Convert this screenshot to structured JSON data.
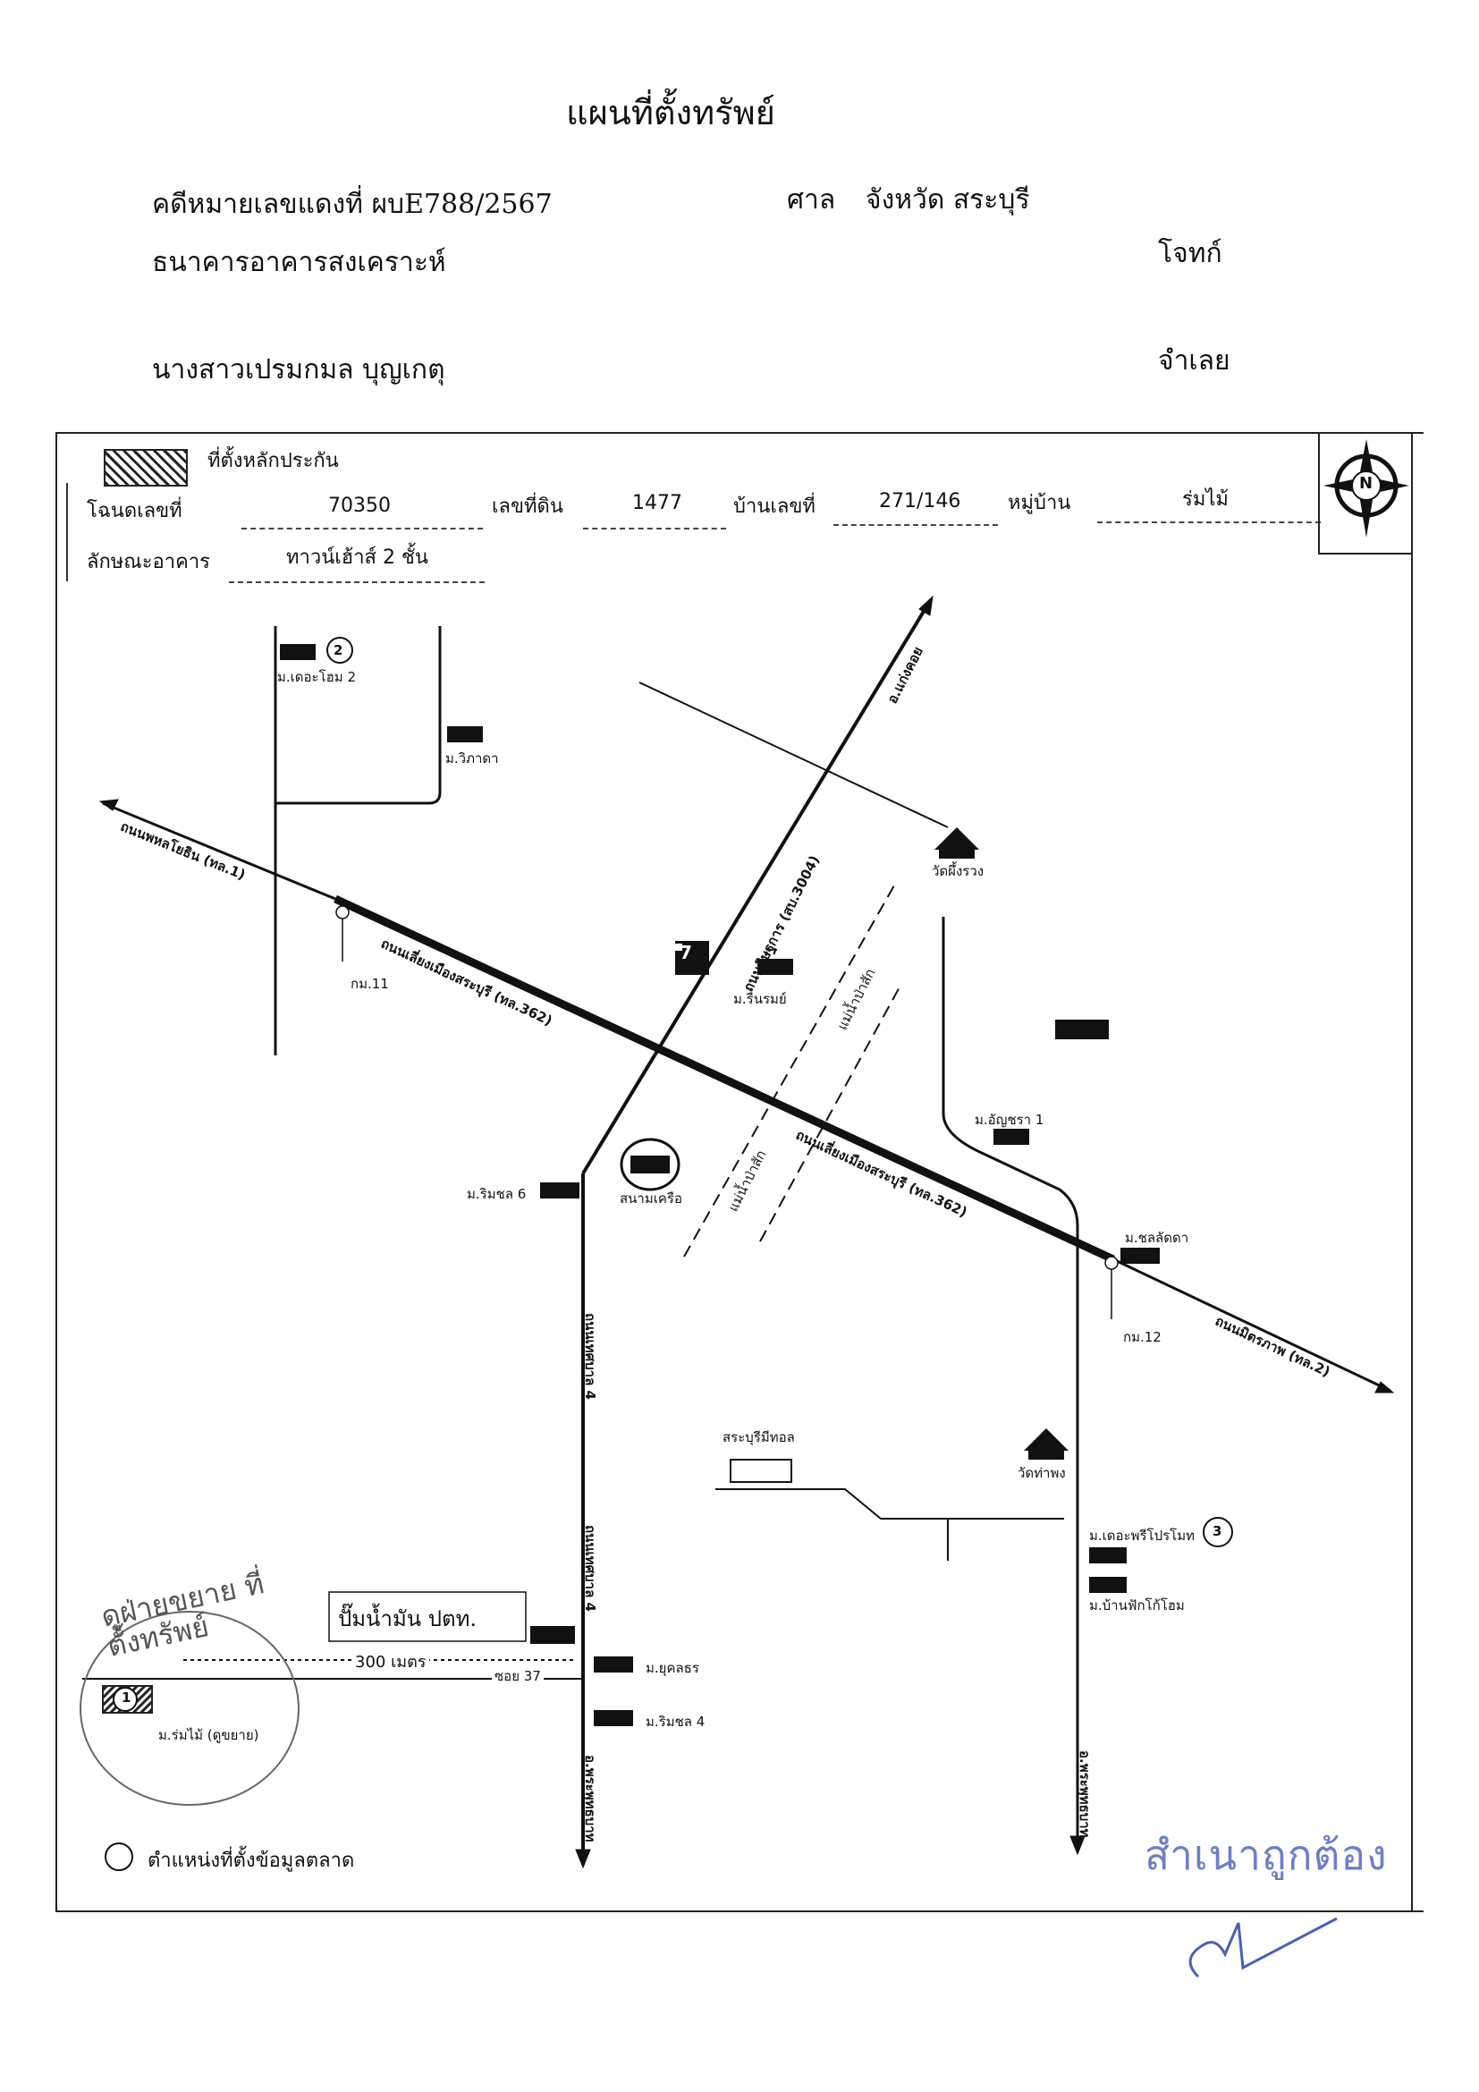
{
  "header": {
    "title": "แผนที่ตั้งทรัพย์",
    "case_label": "คดีหมายเลขแดงที่ ผบE788/2567",
    "court_label": "ศาล",
    "court_value": "จังหวัด สระบุรี",
    "plaintiff_name": "ธนาคารอาคารสงเคราะห์",
    "plaintiff_role": "โจทก์",
    "defendant_name": "นางสาวเปรมกมล บุญเกตุ",
    "defendant_role": "จำเลย"
  },
  "legend": {
    "collateral_label": "ที่ตั้งหลักประกัน",
    "market_data_label": "ตำแหน่งที่ตั้งข้อมูลตลาด"
  },
  "property": {
    "deed_label": "โฉนดเลขที่",
    "deed_value": "70350",
    "land_no_label": "เลขที่ดิน",
    "land_no_value": "1477",
    "house_no_label": "บ้านเลขที่",
    "house_no_value": "271/146",
    "village_label": "หมู่บ้าน",
    "village_value": "ร่มไม้",
    "building_label": "ลักษณะอาคาร",
    "building_value": "ทาวน์เฮ้าส์ 2 ชั้น"
  },
  "compass": {
    "north": "N"
  },
  "map": {
    "road_phahon": "ถนนพหลโยธิน (ทล.1)",
    "road_bypass_1": "ถนนเลี่ยงเมืองสระบุรี (ทล.362)",
    "road_bypass_2": "ถนนเลี่ยงเมืองสระบุรี (ทล.362)",
    "road_mittraphap": "ถนนมิตรภาพ (ทล.2)",
    "road_ditsarakan": "ถนนดิษฐการ (สบ.3004)",
    "to_kaeng_khoi": "อ.แก่งคอย",
    "road_thetsaban_1": "ถนนเทศบาล 4",
    "road_thetsaban_2": "ถนนเทศบาล 4",
    "to_phra_phutthabat_1": "อ.พระพุทธบาท",
    "to_phra_phutthabat_2": "อ.พระพุทธบาท",
    "river_1": "แม่น้ำป่าสัก",
    "river_2": "แม่น้ำป่าสัก",
    "km11": "กม.11",
    "km12": "กม.12",
    "village_the_home_2": "ม.เดอะโฮม 2",
    "village_wipada": "ม.วิภาดา",
    "wat_phueng_ruang": "วัดผึ้งรวง",
    "village_ruen_rom": "ม.รื่นรมย์",
    "seven_eleven": "7",
    "village_aunchara_1": "ม.อัญชรา 1",
    "village_rimchon_6": "ม.ริมชล 6",
    "stadium": "สนามเครือ",
    "village_chonlada": "ม.ชลลัดดา",
    "saraburi_mall": "สระบุรีมีทอล",
    "wat_tha_phong": "วัดท่าพง",
    "village_the_pre_promo": "ม.เดอะพรีโปรโมท",
    "village_baan_fak": "ม.บ้านฟักโก้โฮม",
    "gas_station": "ปั๊มน้ำมัน ปตท.",
    "distance": "300 เมตร",
    "soi": "ซอย 37",
    "village_yukkhon": "ม.ยุคลธร",
    "village_rimchon_4": "ม.ริมชล 4",
    "village_rommai": "ม.ร่มไม้ (ดูขยาย)",
    "marker_1": "1",
    "marker_2": "2",
    "marker_3": "3"
  },
  "annotations": {
    "handwritten": "ดูฝ่ายขยาย ที่ตั้งทรัพย์",
    "stamp": "สำเนาถูกต้อง"
  }
}
